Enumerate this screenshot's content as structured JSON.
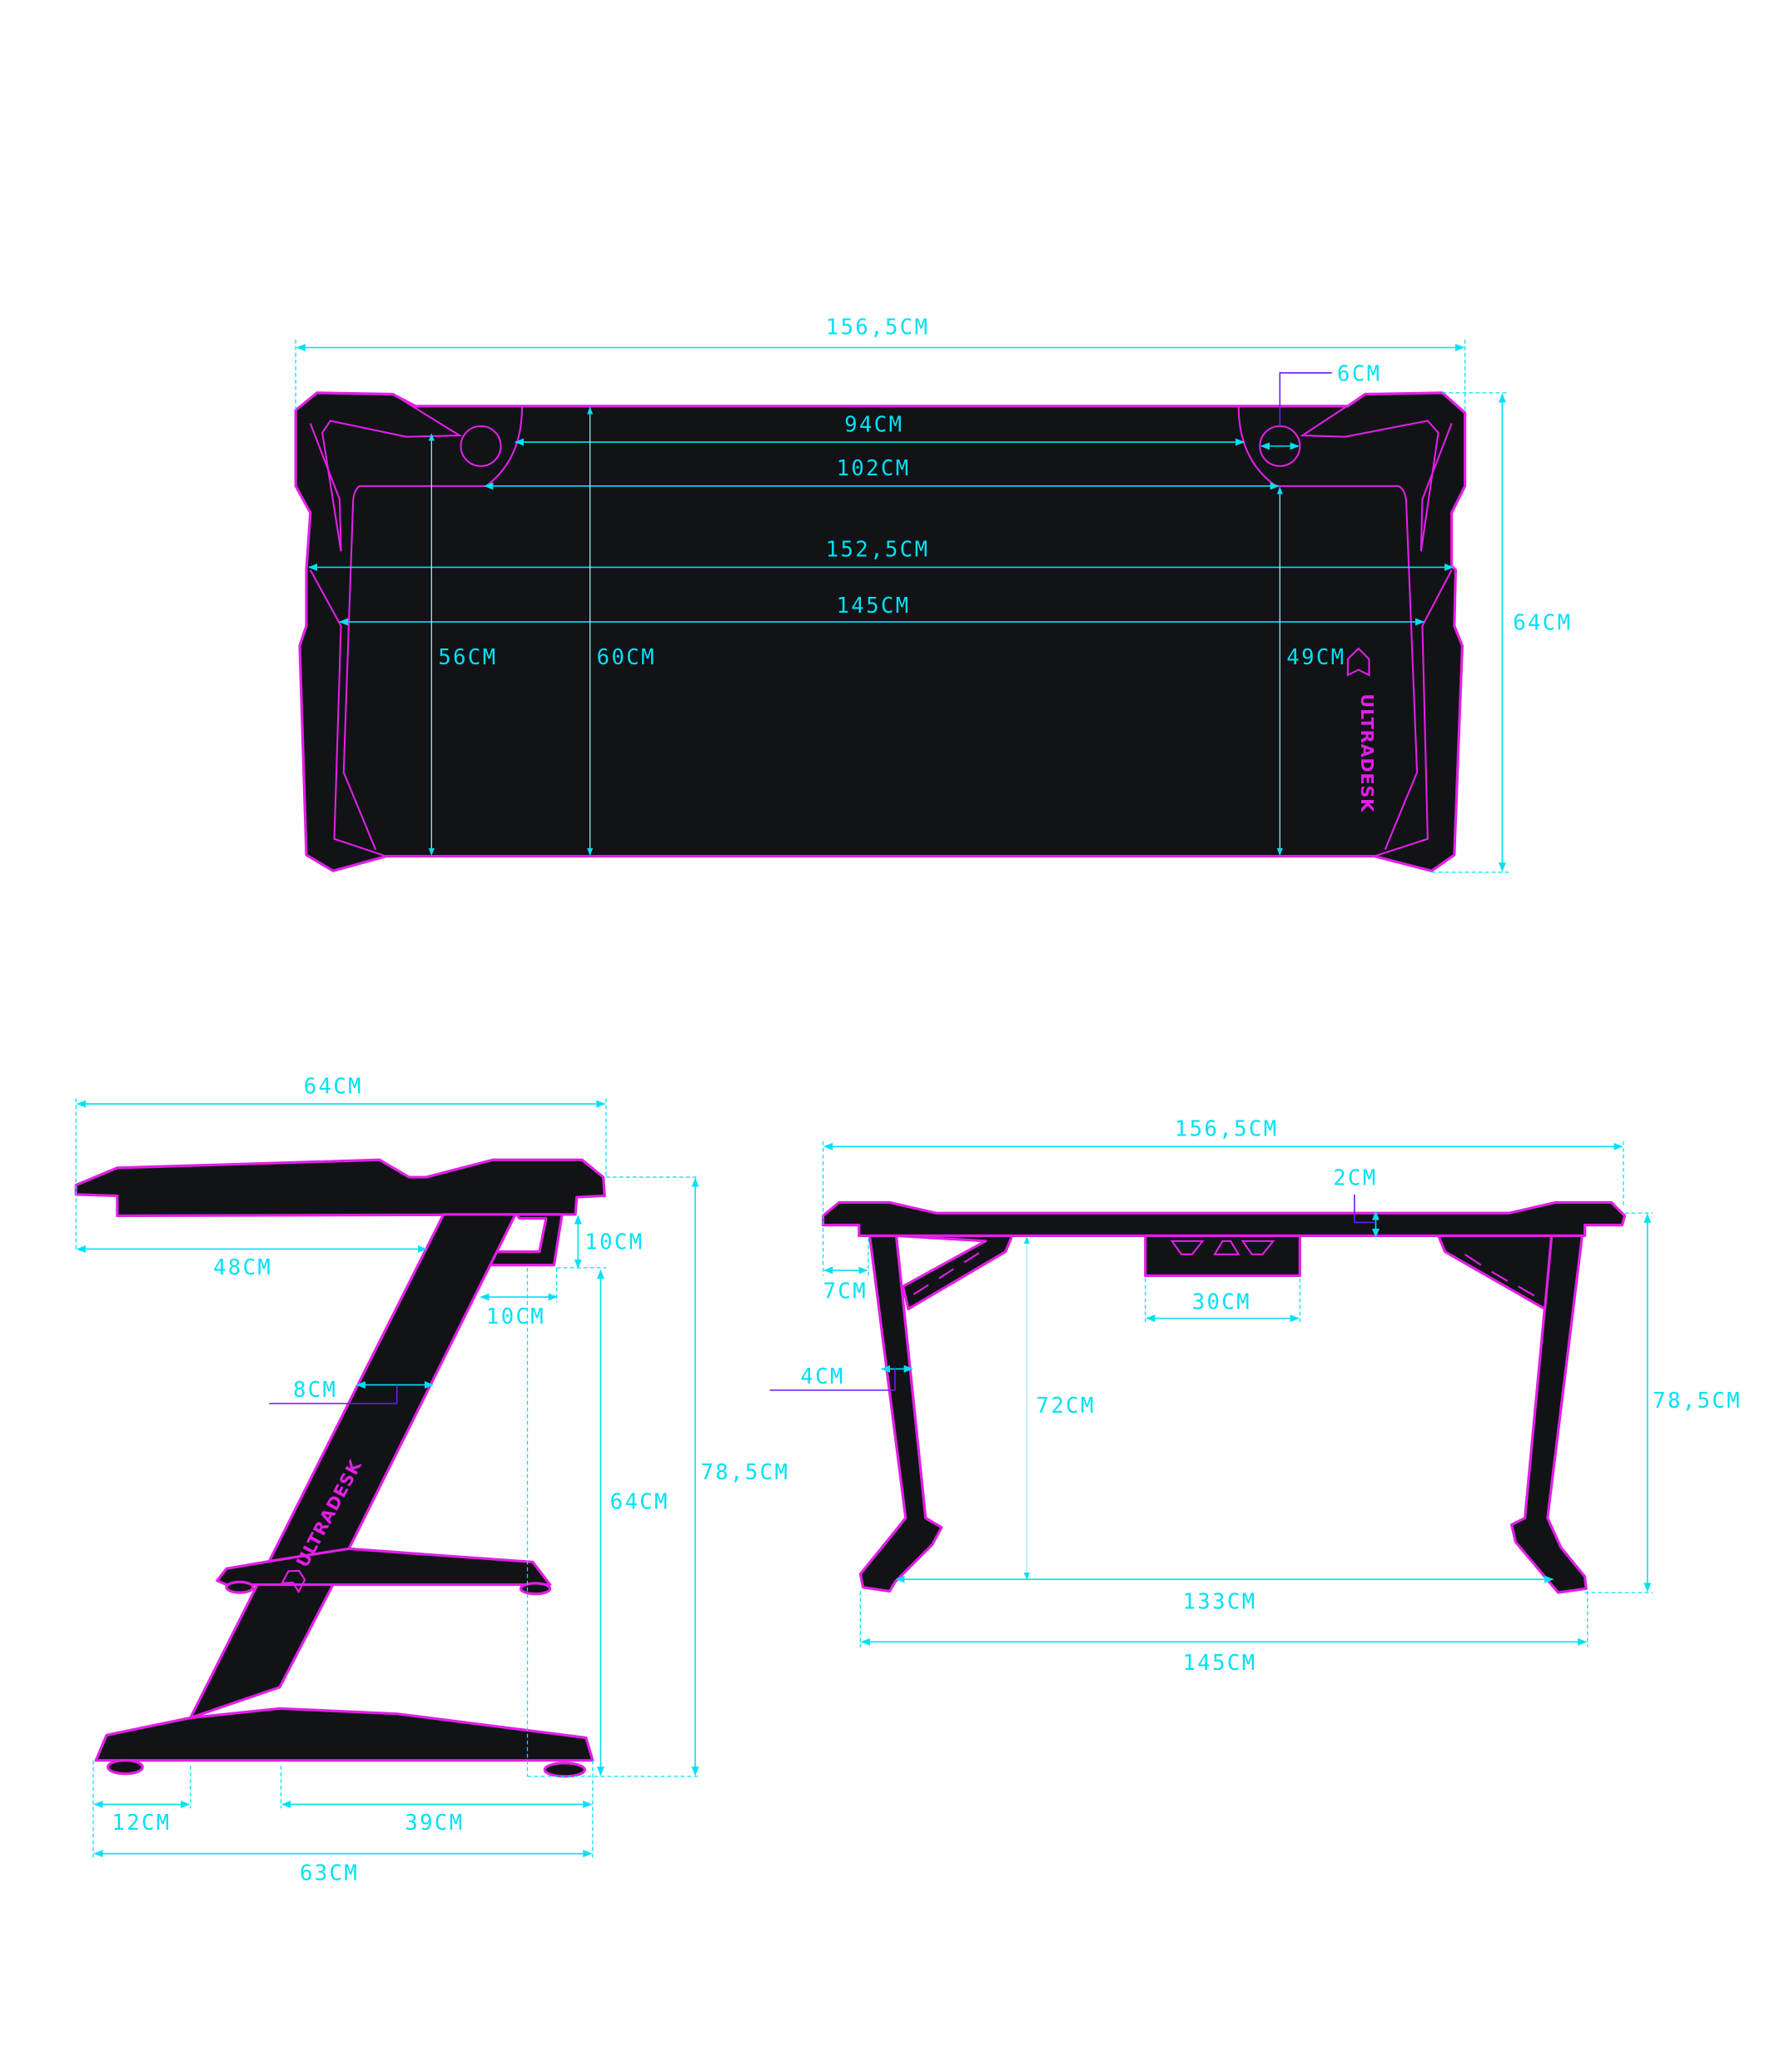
{
  "brand": "ULTRADESK",
  "colors": {
    "outline": "#e21fe6",
    "dimension": "#00e1f5",
    "desk": "#121317"
  },
  "top_view": {
    "overall_width": "156,5CM",
    "hole_diameter": "6CM",
    "between_holes": "94CM",
    "cutout_width": "102CM",
    "width_mid": "152,5CM",
    "width_inner": "145CM",
    "depth_left": "56CM",
    "depth_center": "60CM",
    "depth_right": "49CM",
    "overall_depth": "64CM"
  },
  "side_view": {
    "top_depth": "64CM",
    "leg_offset": "48CM",
    "bracket_height": "10CM",
    "bracket_depth": "10CM",
    "leg_width": "8CM",
    "under_height": "64CM",
    "total_height": "78,5CM",
    "front_foot": "12CM",
    "rear_foot": "39CM",
    "foot_length": "63CM"
  },
  "front_view": {
    "overall_width": "156,5CM",
    "top_thickness": "2CM",
    "overhang": "7CM",
    "drawer_width": "30CM",
    "leg_width": "4CM",
    "clearance": "72CM",
    "total_height": "78,5CM",
    "inner_feet": "133CM",
    "outer_feet": "145CM"
  }
}
